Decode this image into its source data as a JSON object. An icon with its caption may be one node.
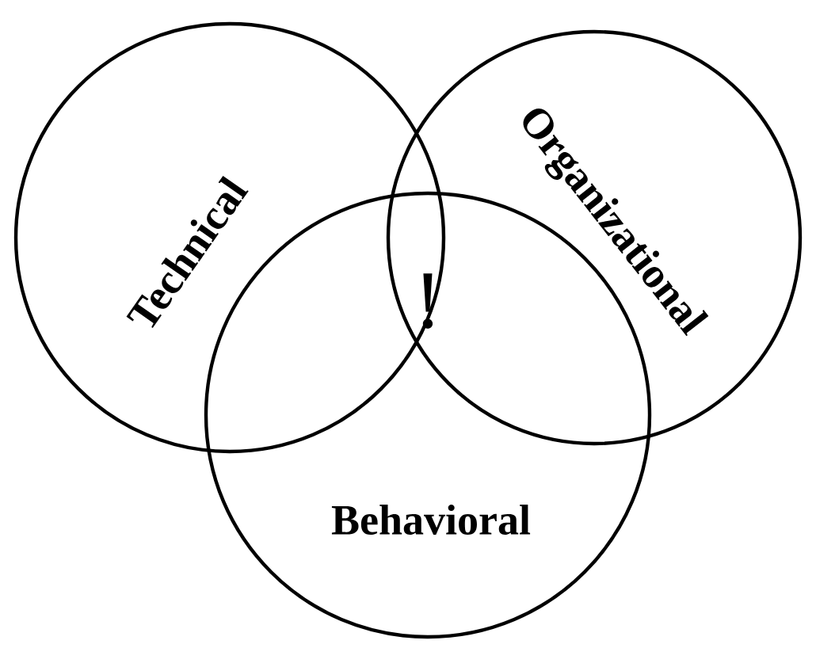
{
  "diagram": {
    "nodes": [
      {
        "text": [
          "Technical"
        ]
      },
      {
        "text": [
          "Organizational"
        ]
      },
      {
        "text": [
          "Behavioral"
        ]
      }
    ],
    "labels": [
      "!"
    ]
  }
}
